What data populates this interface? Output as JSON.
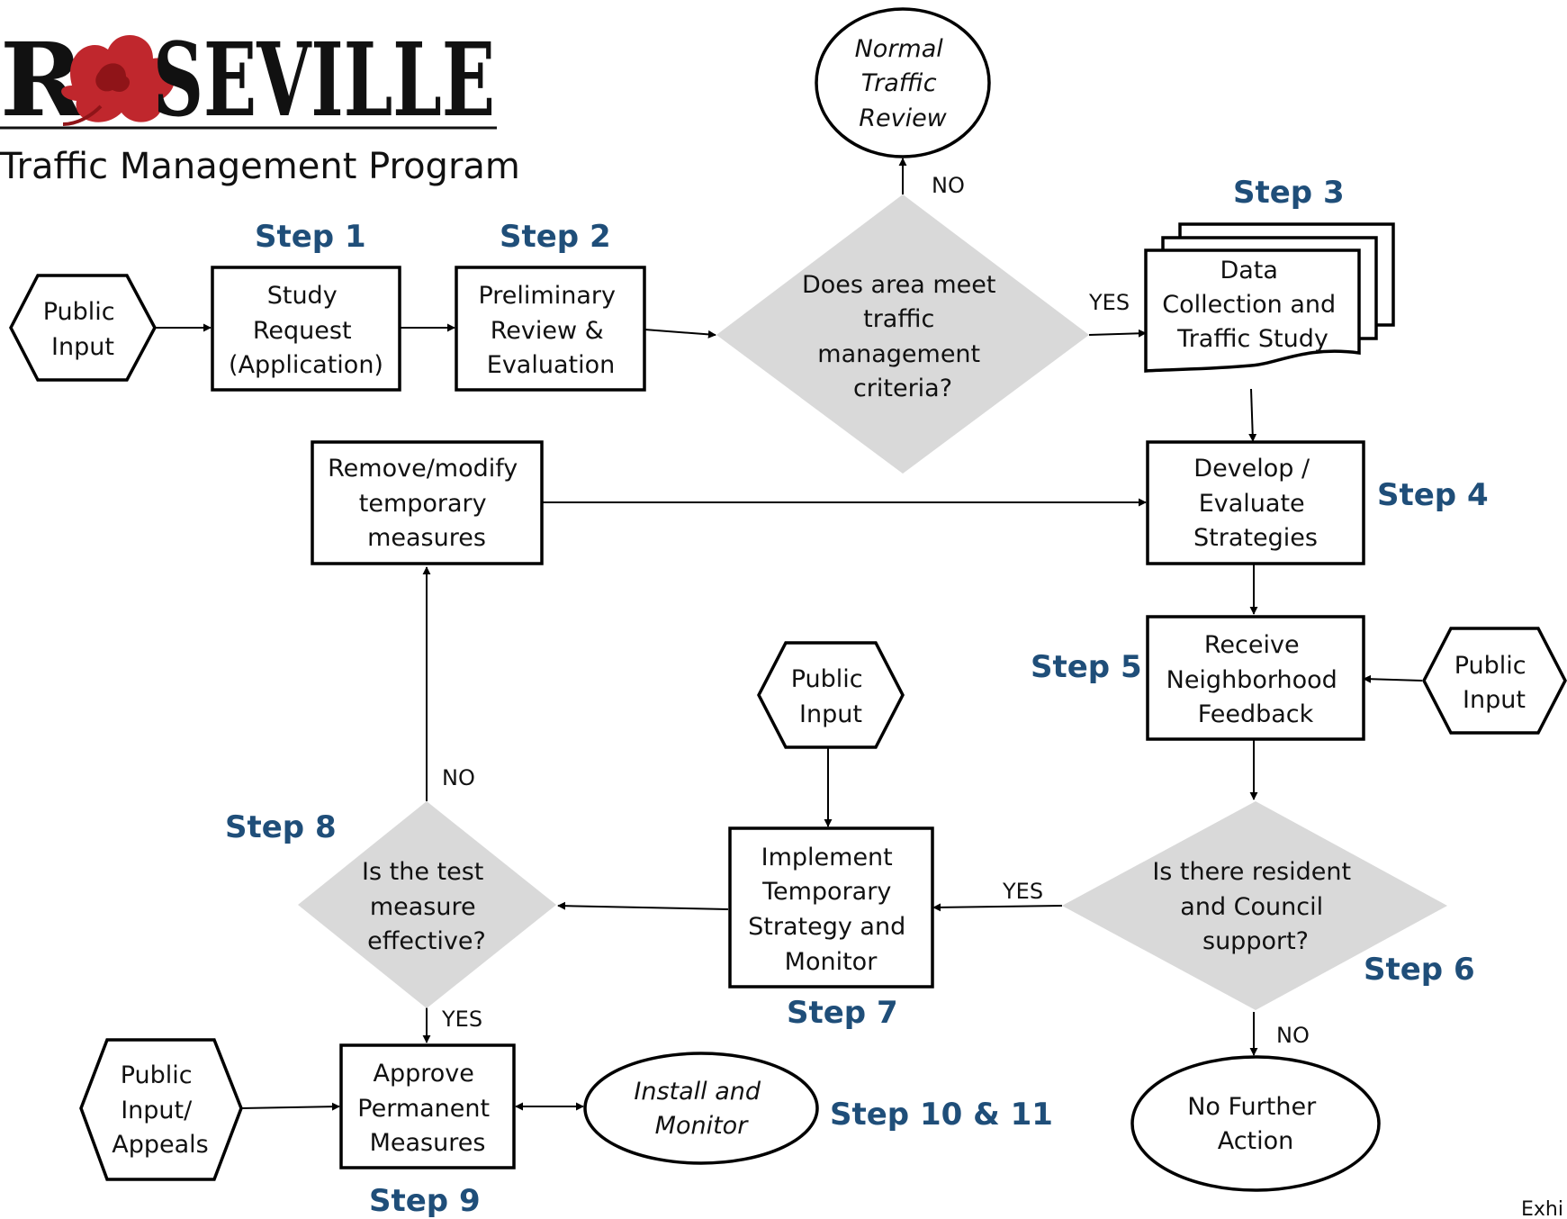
{
  "logo": {
    "wordmark": "ROSEVILLE",
    "subtitle": "Traffic Management Program"
  },
  "steps": {
    "s1": "Step 1",
    "s2": "Step 2",
    "s3": "Step 3",
    "s4": "Step 4",
    "s5": "Step 5",
    "s6": "Step 6",
    "s7": "Step 7",
    "s8": "Step 8",
    "s9": "Step 9",
    "s10": "Step 10 & 11"
  },
  "nodes": {
    "public_input_1": [
      "Public",
      "Input"
    ],
    "study_request": [
      "Study",
      "Request",
      "(Application)"
    ],
    "preliminary_review": [
      "Preliminary",
      "Review &",
      "Evaluation"
    ],
    "criteria_decision": [
      "Does area meet",
      "traffic",
      "management",
      "criteria?"
    ],
    "normal_review": [
      "Normal",
      "Traffic",
      "Review"
    ],
    "data_collection": [
      "Data",
      "Collection and",
      "Traffic Study"
    ],
    "develop_strategies": [
      "Develop /",
      "Evaluate",
      "Strategies"
    ],
    "remove_modify": [
      "Remove/modify",
      "temporary",
      "measures"
    ],
    "neighborhood_feedback": [
      "Receive",
      "Neighborhood",
      "Feedback"
    ],
    "public_input_2": [
      "Public",
      "Input"
    ],
    "public_input_3": [
      "Public",
      "Input"
    ],
    "support_decision": [
      "Is there resident",
      "and Council",
      "support?"
    ],
    "implement_temp": [
      "Implement",
      "Temporary",
      "Strategy and",
      "Monitor"
    ],
    "test_decision": [
      "Is the test",
      "measure",
      "effective?"
    ],
    "no_further_action": [
      "No Further",
      "Action"
    ],
    "approve_permanent": [
      "Approve",
      "Permanent",
      "Measures"
    ],
    "public_input_appeals": [
      "Public",
      "Input/",
      "Appeals"
    ],
    "install_monitor": [
      "Install and",
      "Monitor"
    ]
  },
  "edge_labels": {
    "no_1": "NO",
    "yes_1": "YES",
    "yes_2": "YES",
    "no_2": "NO",
    "no_3": "NO",
    "yes_3": "YES"
  },
  "footer": "Exhi",
  "colors": {
    "step_label": "#1f4e79",
    "diamond_fill": "#d9d9d9",
    "logo_rose": "#c0272d"
  }
}
